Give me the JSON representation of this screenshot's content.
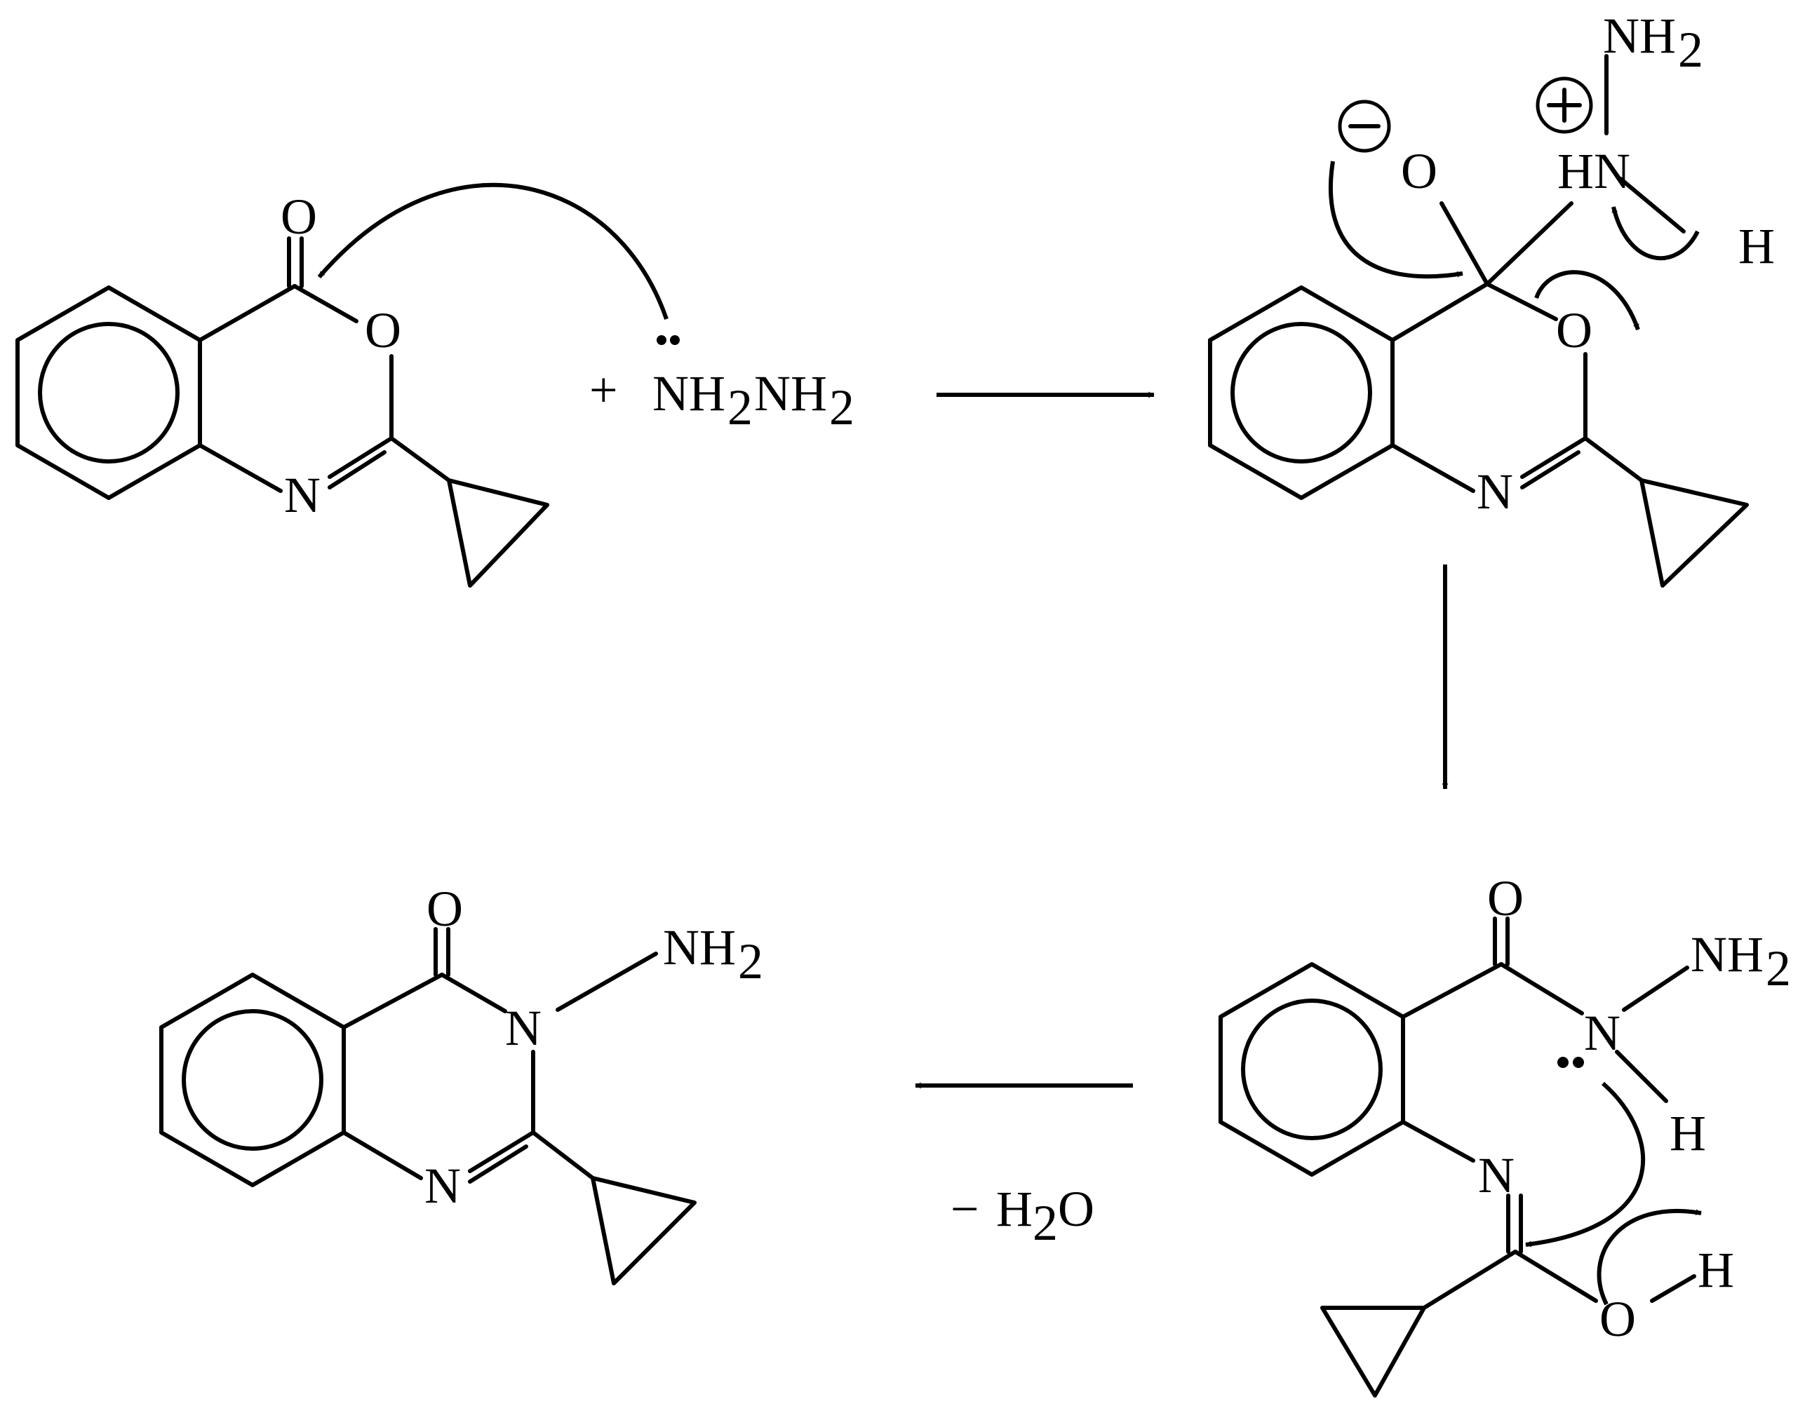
{
  "atoms": {
    "o": "O",
    "n": "N",
    "h": "H",
    "hn": "HN",
    "nh": "NH",
    "nh2_sub": "2",
    "plus": "+",
    "reagent_nh": "NH",
    "reagent_sub1": "2",
    "reagent_nh2": "NH",
    "reagent_sub2": "2"
  },
  "byproduct": {
    "minus": "−",
    "h": "H",
    "sub": "2",
    "o": "O"
  },
  "charges": {
    "negative": "negative-charge-icon",
    "positive": "positive-charge-icon"
  }
}
